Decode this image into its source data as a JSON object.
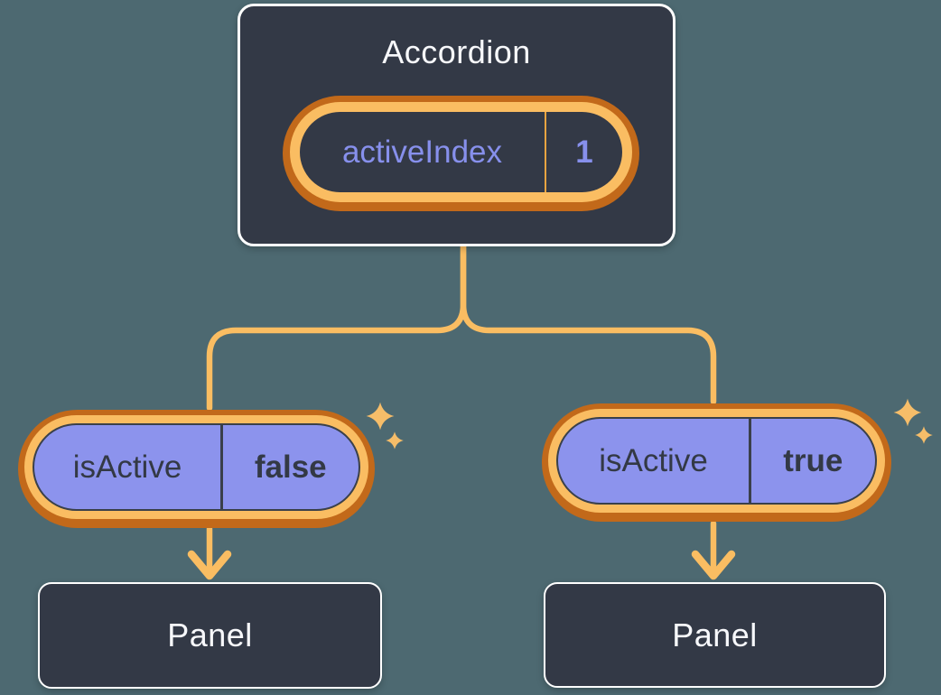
{
  "diagram": {
    "description": "React component tree diagram: Accordion parent holding state, passing props to two Panel children",
    "root_card": {
      "title": "Accordion",
      "state": {
        "name": "activeIndex",
        "value": "1"
      }
    },
    "children": [
      {
        "prop_name": "isActive",
        "prop_value": "false",
        "panel_title": "Panel"
      },
      {
        "prop_name": "isActive",
        "prop_value": "true",
        "panel_title": "Panel"
      }
    ],
    "icons": {
      "sparkle": "sparkle-icon"
    }
  },
  "colors": {
    "background": "#4D6971",
    "card": "#333946",
    "card_border": "#FFFFFF",
    "text_light": "#F7F8FB",
    "text_dark": "#333945",
    "purple_fill": "#8C93ED",
    "purple_text": "#8790EC",
    "orange_light": "#FABD62",
    "orange_dark": "#C2691A",
    "outline_dark": "#3A404A",
    "divider_orange": "#E9A441",
    "sparkle": "#F6BD69"
  }
}
